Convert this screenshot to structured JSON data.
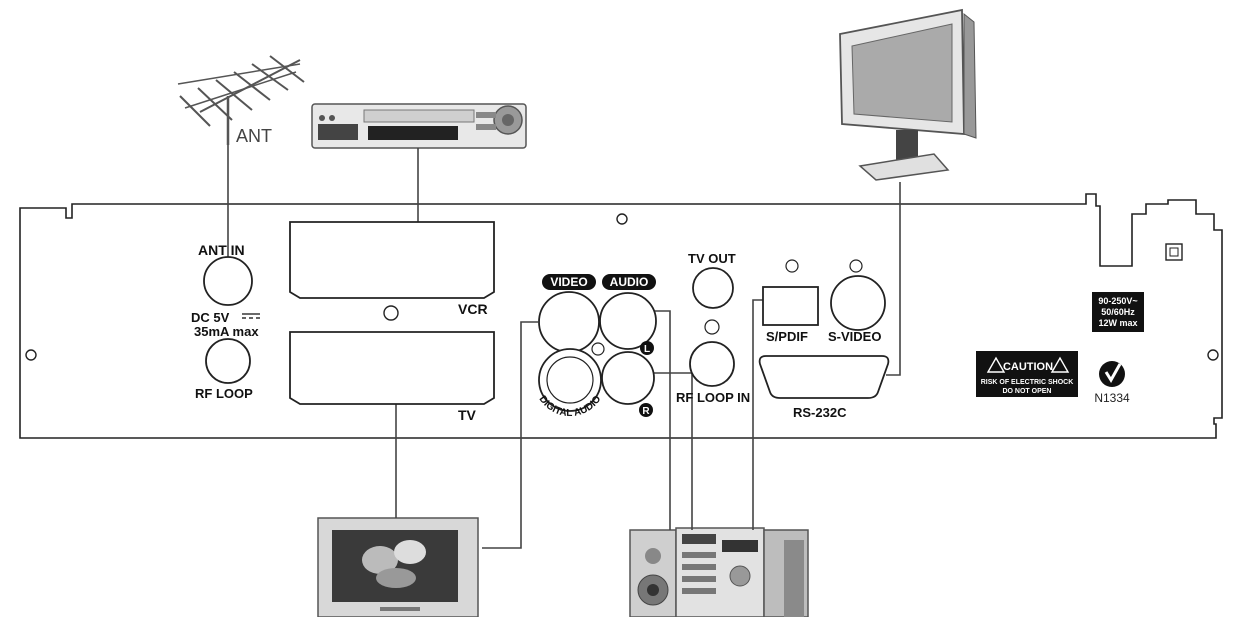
{
  "labels": {
    "ant": "ANT",
    "ant_in": "ANT IN",
    "dc_5v": "DC 5V",
    "dc_current": "35mA max",
    "rf_loop": "RF LOOP",
    "vcr": "VCR",
    "tv": "TV",
    "video": "VIDEO",
    "audio": "AUDIO",
    "digital_audio": "DIGITAL AUDIO",
    "left_channel": "L",
    "right_channel": "R",
    "tv_out": "TV OUT",
    "rf_loop_in": "RF LOOP IN",
    "spdif": "S/PDIF",
    "s_video": "S-VIDEO",
    "rs232c": "RS-232C",
    "power_line1": "90-250V~",
    "power_line2": "50/60Hz",
    "power_line3": "12W max",
    "caution": "CAUTION",
    "caution_line1": "RISK OF ELECTRIC SHOCK",
    "caution_line2": "DO NOT OPEN",
    "cert_code": "N1334"
  },
  "devices": {
    "antenna": "antenna-icon",
    "vcr": "vcr-icon",
    "monitor": "monitor-icon",
    "television": "television-icon",
    "stereo": "stereo-system-icon"
  },
  "colors": {
    "panel_outline": "#222222",
    "cable": "#444444",
    "label_fill": "#111111"
  }
}
